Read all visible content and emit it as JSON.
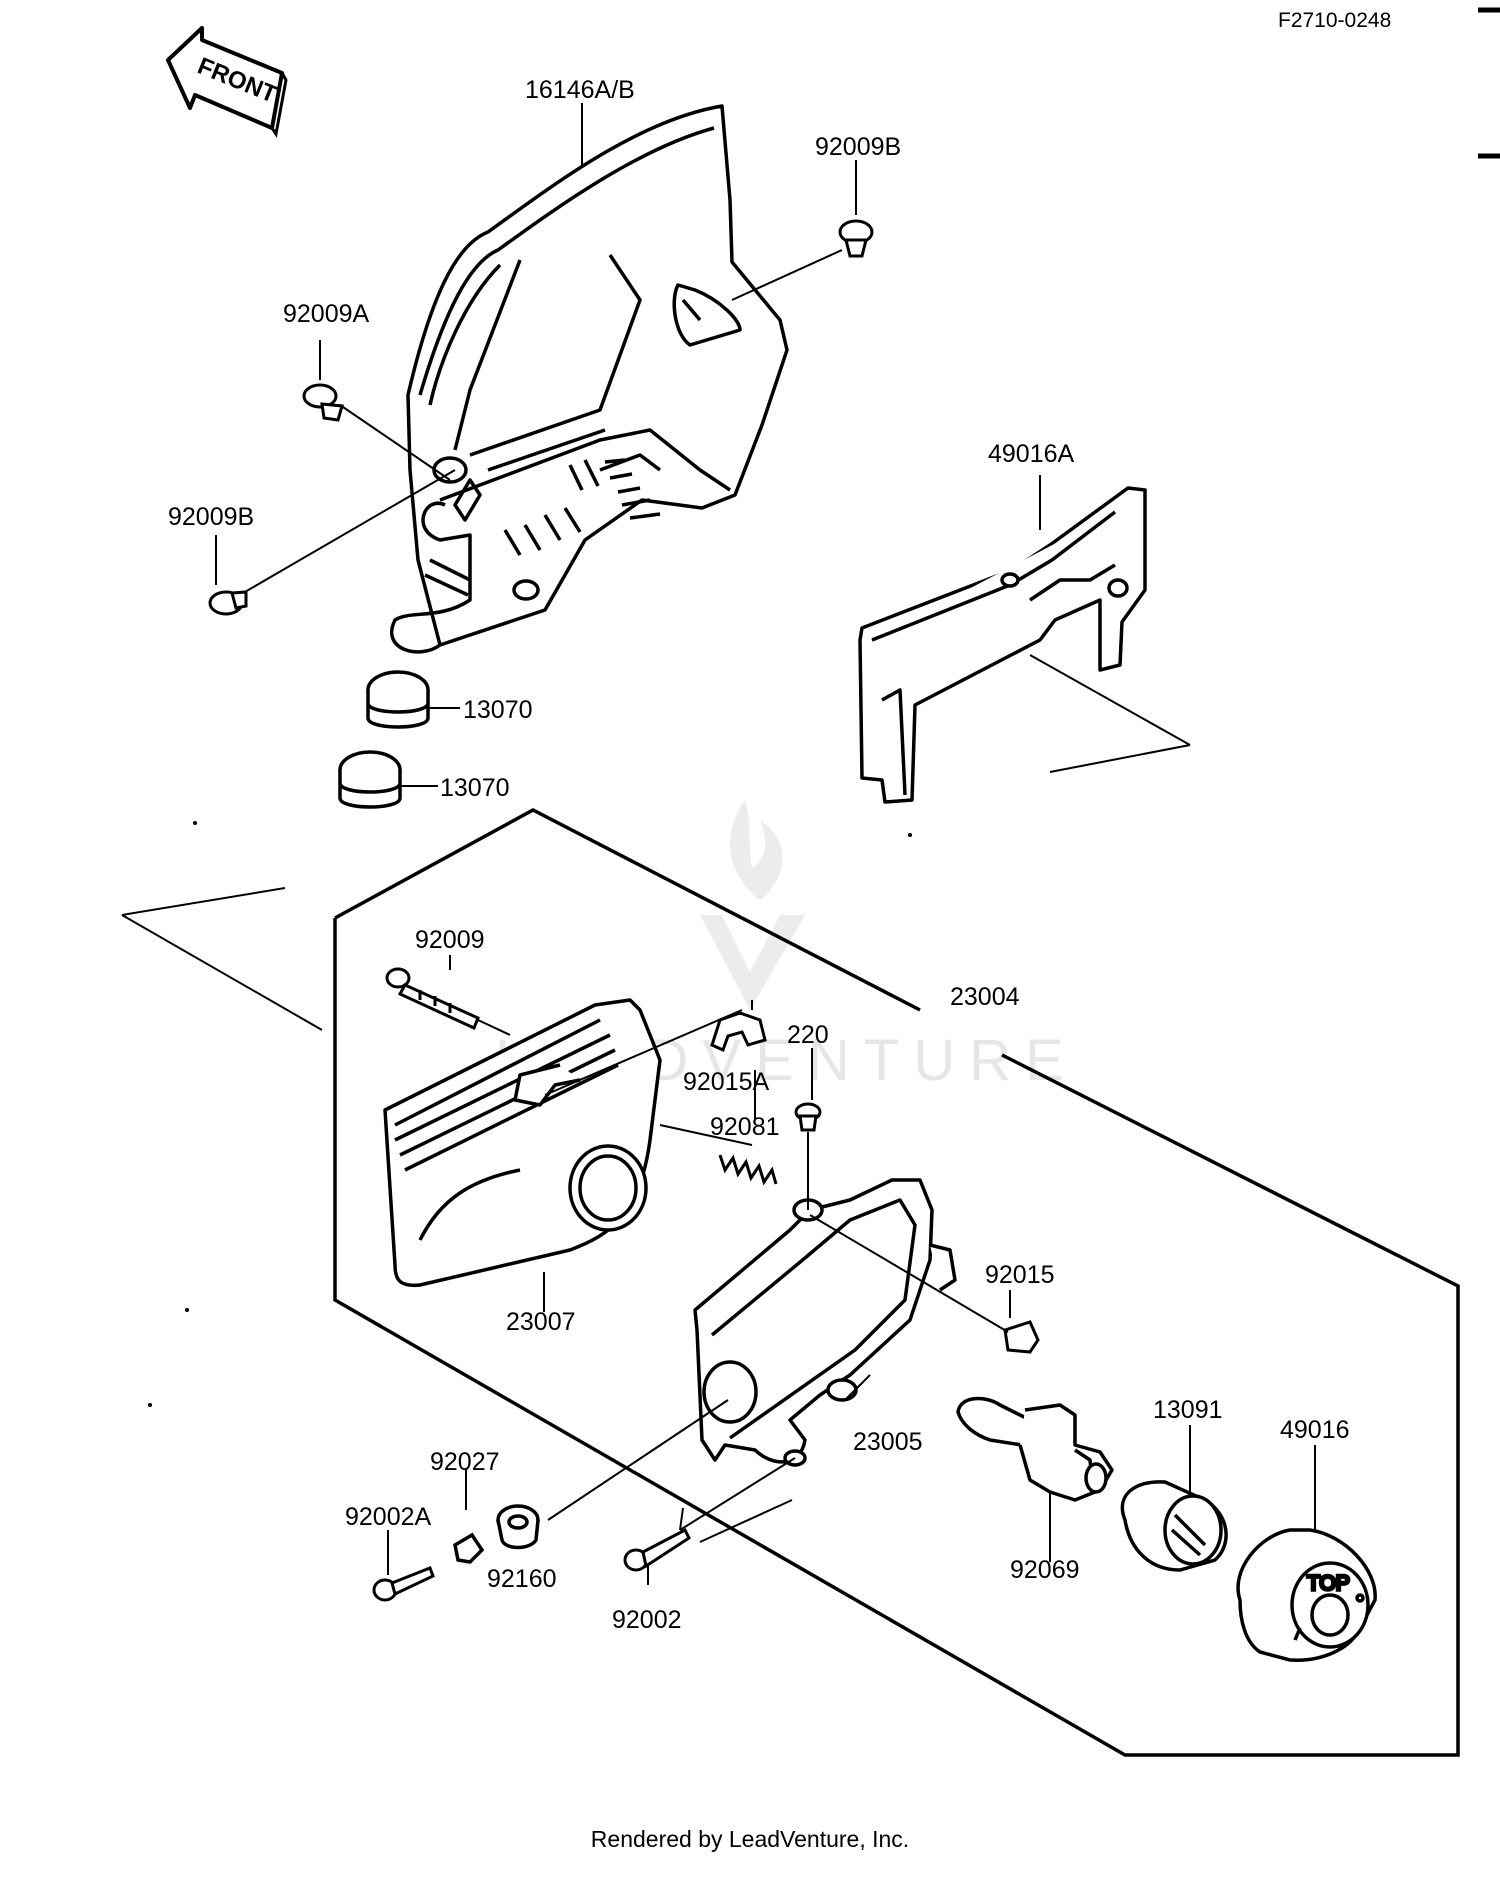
{
  "ref_code": "F2710-0248",
  "front_arrow": "FRONT",
  "watermark": "LEADVENTURE",
  "labels": {
    "p16146": "16146A/B",
    "p92009B_top": "92009B",
    "p92009A": "92009A",
    "p92009B_left": "92009B",
    "p13070_a": "13070",
    "p13070_b": "13070",
    "p49016A": "49016A",
    "p92009": "92009",
    "p23004": "23004",
    "p220": "220",
    "p92015A": "92015A",
    "p92081": "92081",
    "p92015": "92015",
    "p23007": "23007",
    "p23005": "23005",
    "p13091": "13091",
    "p49016": "49016",
    "p92027": "92027",
    "p92002A": "92002A",
    "p92160": "92160",
    "p92069": "92069",
    "p92002": "92002",
    "top_mark": "TOP"
  },
  "footer": "Rendered by LeadVenture, Inc."
}
